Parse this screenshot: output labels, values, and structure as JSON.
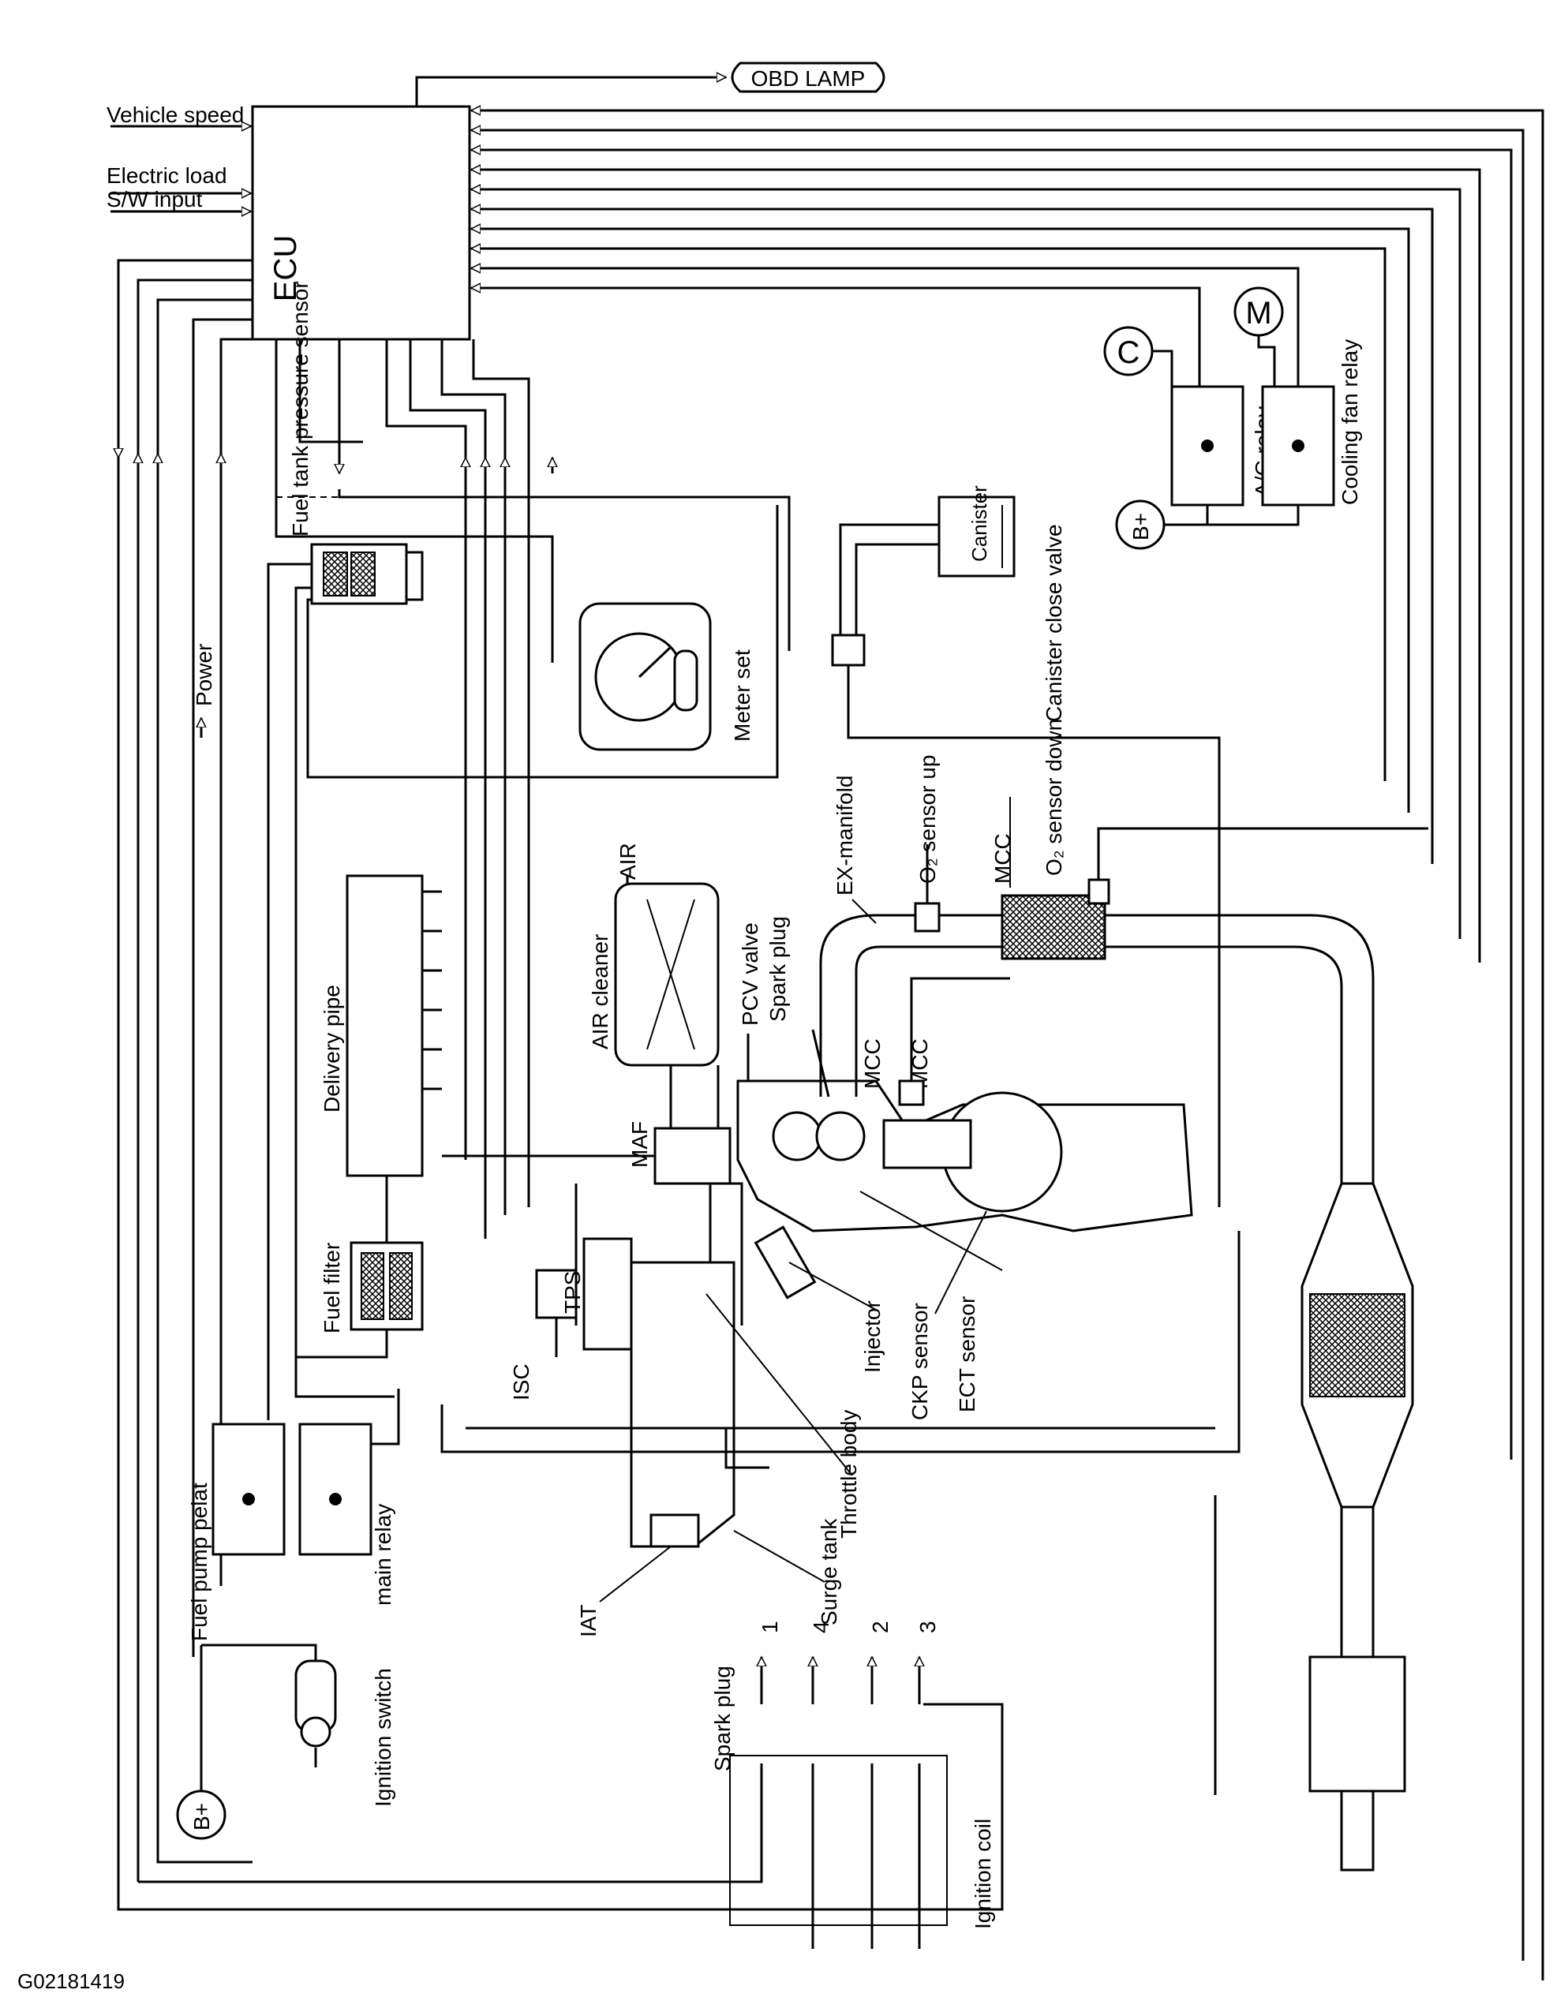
{
  "figure_id": "G02181419",
  "components": {
    "ecu": "ECU",
    "obd_lamp": "OBD LAMP",
    "power": "Power",
    "fuel_tank_pressure_sensor": "Fuel tank pressure sensor",
    "meter_set": "Meter set",
    "canister": "Canister",
    "canister_close_valve": "Canister close valve",
    "ac_compressor": "C",
    "ac_relay": "A/C relay",
    "fan_motor": "M",
    "cooling_fan_relay": "Cooling fan relay",
    "battery_top": "B+",
    "battery_left": "B+",
    "air": "AIR",
    "air_cleaner": "AIR cleaner",
    "delivery_pipe": "Delivery pipe",
    "fuel_filter": "Fuel filter",
    "maf": "MAF",
    "isc": "ISC",
    "tps": "TPS",
    "pcv_valve": "PCV valve",
    "spark_plug_engine": "Spark plug",
    "mcc_1": "MCC",
    "mcc_2": "MCC",
    "mcc_3": "MCC",
    "ex_manifold": "EX-manifold",
    "o2_sensor_up": "O₂ sensor up",
    "o2_sensor_down": "O₂ sensor down",
    "injector": "Injector",
    "ckp_sensor": "CKP sensor",
    "ect_sensor": "ECT sensor",
    "throttle_body": "Throttle body",
    "surge_tank": "Surge tank",
    "iat": "IAT",
    "fuel_pump_relay": "Fuel pump pelat",
    "main_relay": "main relay",
    "ignition_switch": "Ignition switch",
    "spark_plug_coil": "Spark plug",
    "ignition_coil": "Ignition coil"
  },
  "ecu_inputs": {
    "vehicle_speed": "Vehicle speed",
    "electric_load": "Electric load",
    "sw_input": "S/W input"
  },
  "cylinders": [
    "1",
    "4",
    "2",
    "3"
  ]
}
